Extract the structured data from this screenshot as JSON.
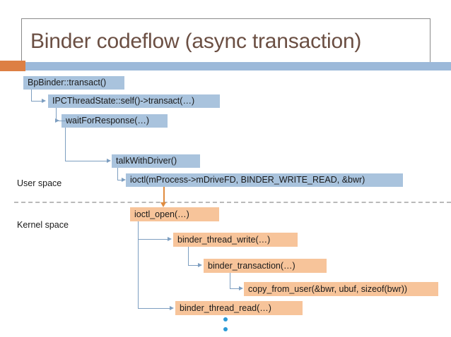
{
  "slide": {
    "title": "Binder codeflow (async transaction)",
    "accent_orange": "#dd7f43",
    "accent_blue": "#9cb9d9",
    "title_color": "#6b4f43"
  },
  "regions": {
    "user_space_label": "User space",
    "kernel_space_label": "Kernel space",
    "user_box_color": "#a9c3dd",
    "kernel_box_color": "#f7c49a",
    "connector_color": "#7d9ec0",
    "boundary_arrow_color": "#e08b3e",
    "dot_color": "#2b9ad6"
  },
  "callflow": {
    "user_space": [
      {
        "id": "bpbinder-transact",
        "label": "BpBinder::transact()"
      },
      {
        "id": "ipcthreadstate-transact",
        "label": "IPCThreadState::self()->transact(…)"
      },
      {
        "id": "wait-for-response",
        "label": "waitForResponse(…)"
      },
      {
        "id": "talk-with-driver",
        "label": "talkWithDriver()"
      },
      {
        "id": "ioctl-call",
        "label": "ioctl(mProcess->mDriveFD, BINDER_WRITE_READ, &bwr)"
      }
    ],
    "kernel_space": [
      {
        "id": "ioctl-open",
        "label": "ioctl_open(…)"
      },
      {
        "id": "binder-thread-write",
        "label": "binder_thread_write(…)"
      },
      {
        "id": "binder-transaction",
        "label": "binder_transaction(…)"
      },
      {
        "id": "copy-from-user",
        "label": "copy_from_user(&bwr, ubuf, sizeof(bwr))"
      },
      {
        "id": "binder-thread-read",
        "label": "binder_thread_read(…)"
      }
    ]
  }
}
